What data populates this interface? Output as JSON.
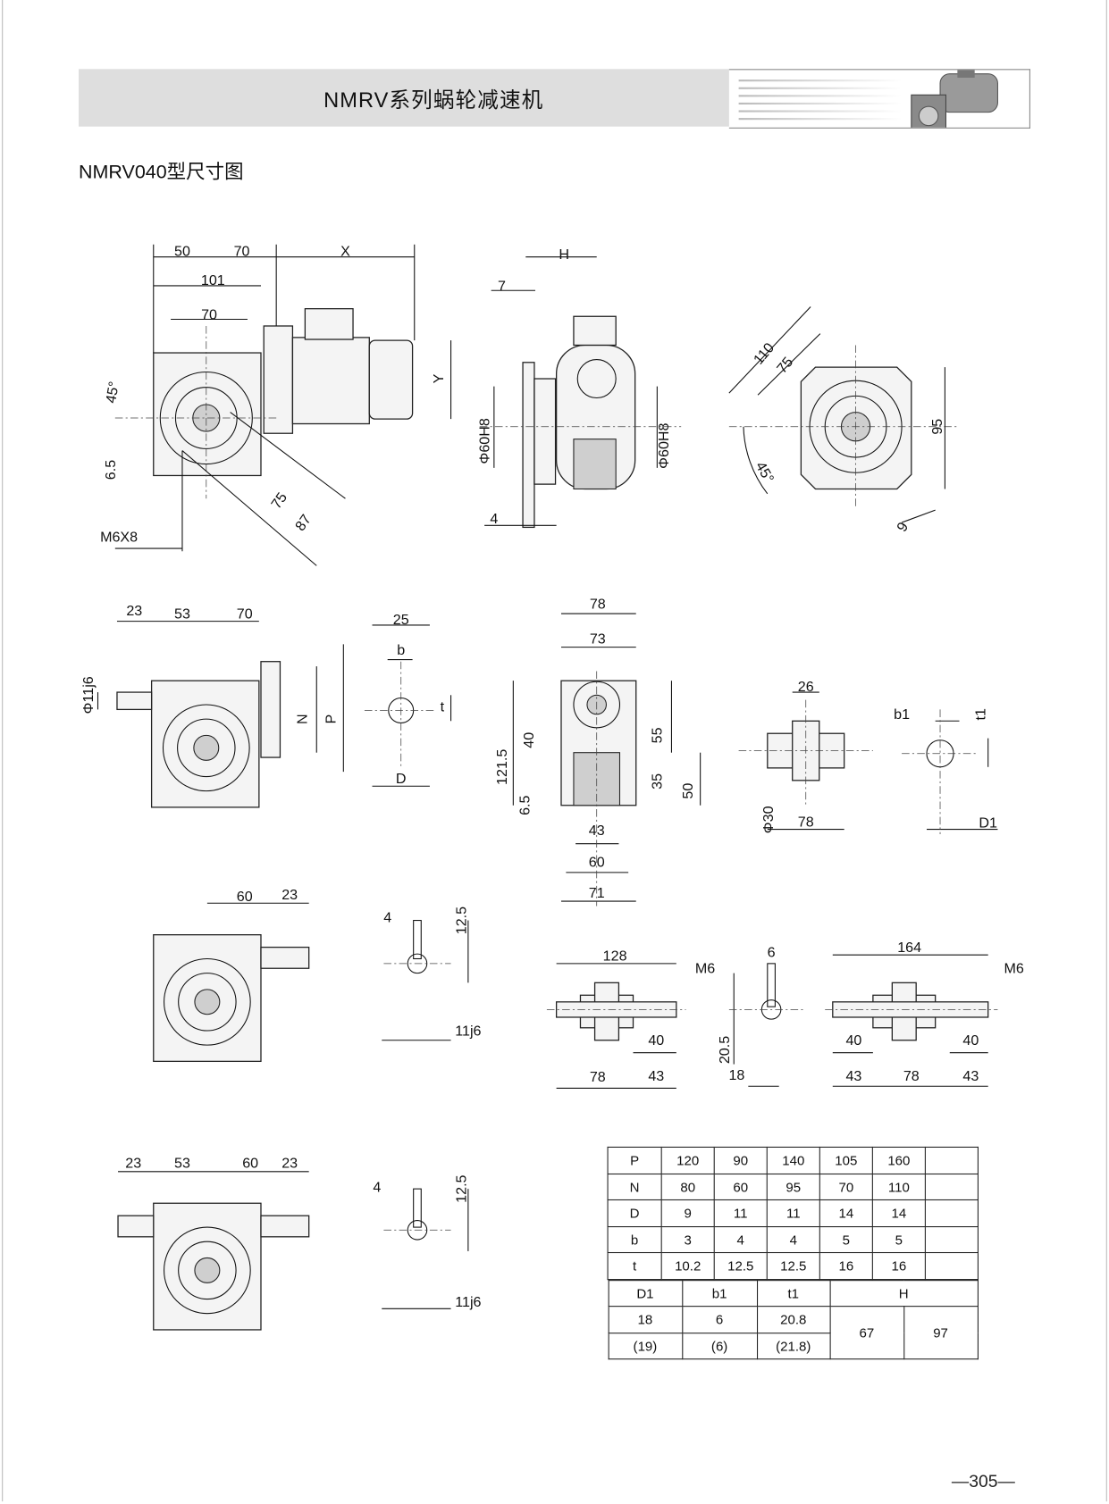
{
  "header": {
    "title": "NMRV系列蜗轮减速机",
    "subtitle": "NMRV040型尺寸图"
  },
  "views": {
    "motor_front": [
      "50",
      "70",
      "X",
      "101",
      "70",
      "45°",
      "Y",
      "6.5",
      "M6X8",
      "75",
      "87"
    ],
    "motor_side": [
      "H",
      "7",
      "Φ60H8",
      "Φ60H8",
      "4"
    ],
    "flange": [
      "110",
      "75",
      "95",
      "45°",
      "9"
    ],
    "input_shaft": [
      "23",
      "53",
      "70",
      "Φ11j6",
      "N",
      "P"
    ],
    "key_input": [
      "25",
      "b",
      "t",
      "D"
    ],
    "side_view": [
      "78",
      "73",
      "121.5",
      "40",
      "55",
      "6.5",
      "35",
      "50",
      "43",
      "60",
      "71"
    ],
    "hollow_shaft": [
      "26",
      "Φ30",
      "78"
    ],
    "key_output": [
      "b1",
      "t1",
      "D1"
    ],
    "single_shaft": [
      "60",
      "23"
    ],
    "key_single": [
      "4",
      "12.5",
      "11j6"
    ],
    "shaft_single_out": [
      "128",
      "M6",
      "40",
      "78",
      "43"
    ],
    "key_out_shaft": [
      "6",
      "20.5",
      "18"
    ],
    "shaft_double_out": [
      "164",
      "M6",
      "40",
      "40",
      "43",
      "78",
      "43"
    ],
    "double_input": [
      "23",
      "53",
      "60",
      "23"
    ],
    "key_double": [
      "4",
      "12.5",
      "11j6"
    ]
  },
  "table": {
    "rows": [
      [
        "P",
        "120",
        "90",
        "140",
        "105",
        "160",
        ""
      ],
      [
        "N",
        "80",
        "60",
        "95",
        "70",
        "110",
        ""
      ],
      [
        "D",
        "9",
        "11",
        "11",
        "14",
        "14",
        ""
      ],
      [
        "b",
        "3",
        "4",
        "4",
        "5",
        "5",
        ""
      ],
      [
        "t",
        "10.2",
        "12.5",
        "12.5",
        "16",
        "16",
        ""
      ]
    ],
    "sub_header": [
      "D1",
      "b1",
      "t1",
      "H"
    ],
    "sub_rows": [
      [
        "18",
        "6",
        "20.8"
      ],
      [
        "(19)",
        "(6)",
        "(21.8)"
      ]
    ],
    "h_values": [
      "67",
      "97"
    ]
  },
  "page_number": "—305—"
}
